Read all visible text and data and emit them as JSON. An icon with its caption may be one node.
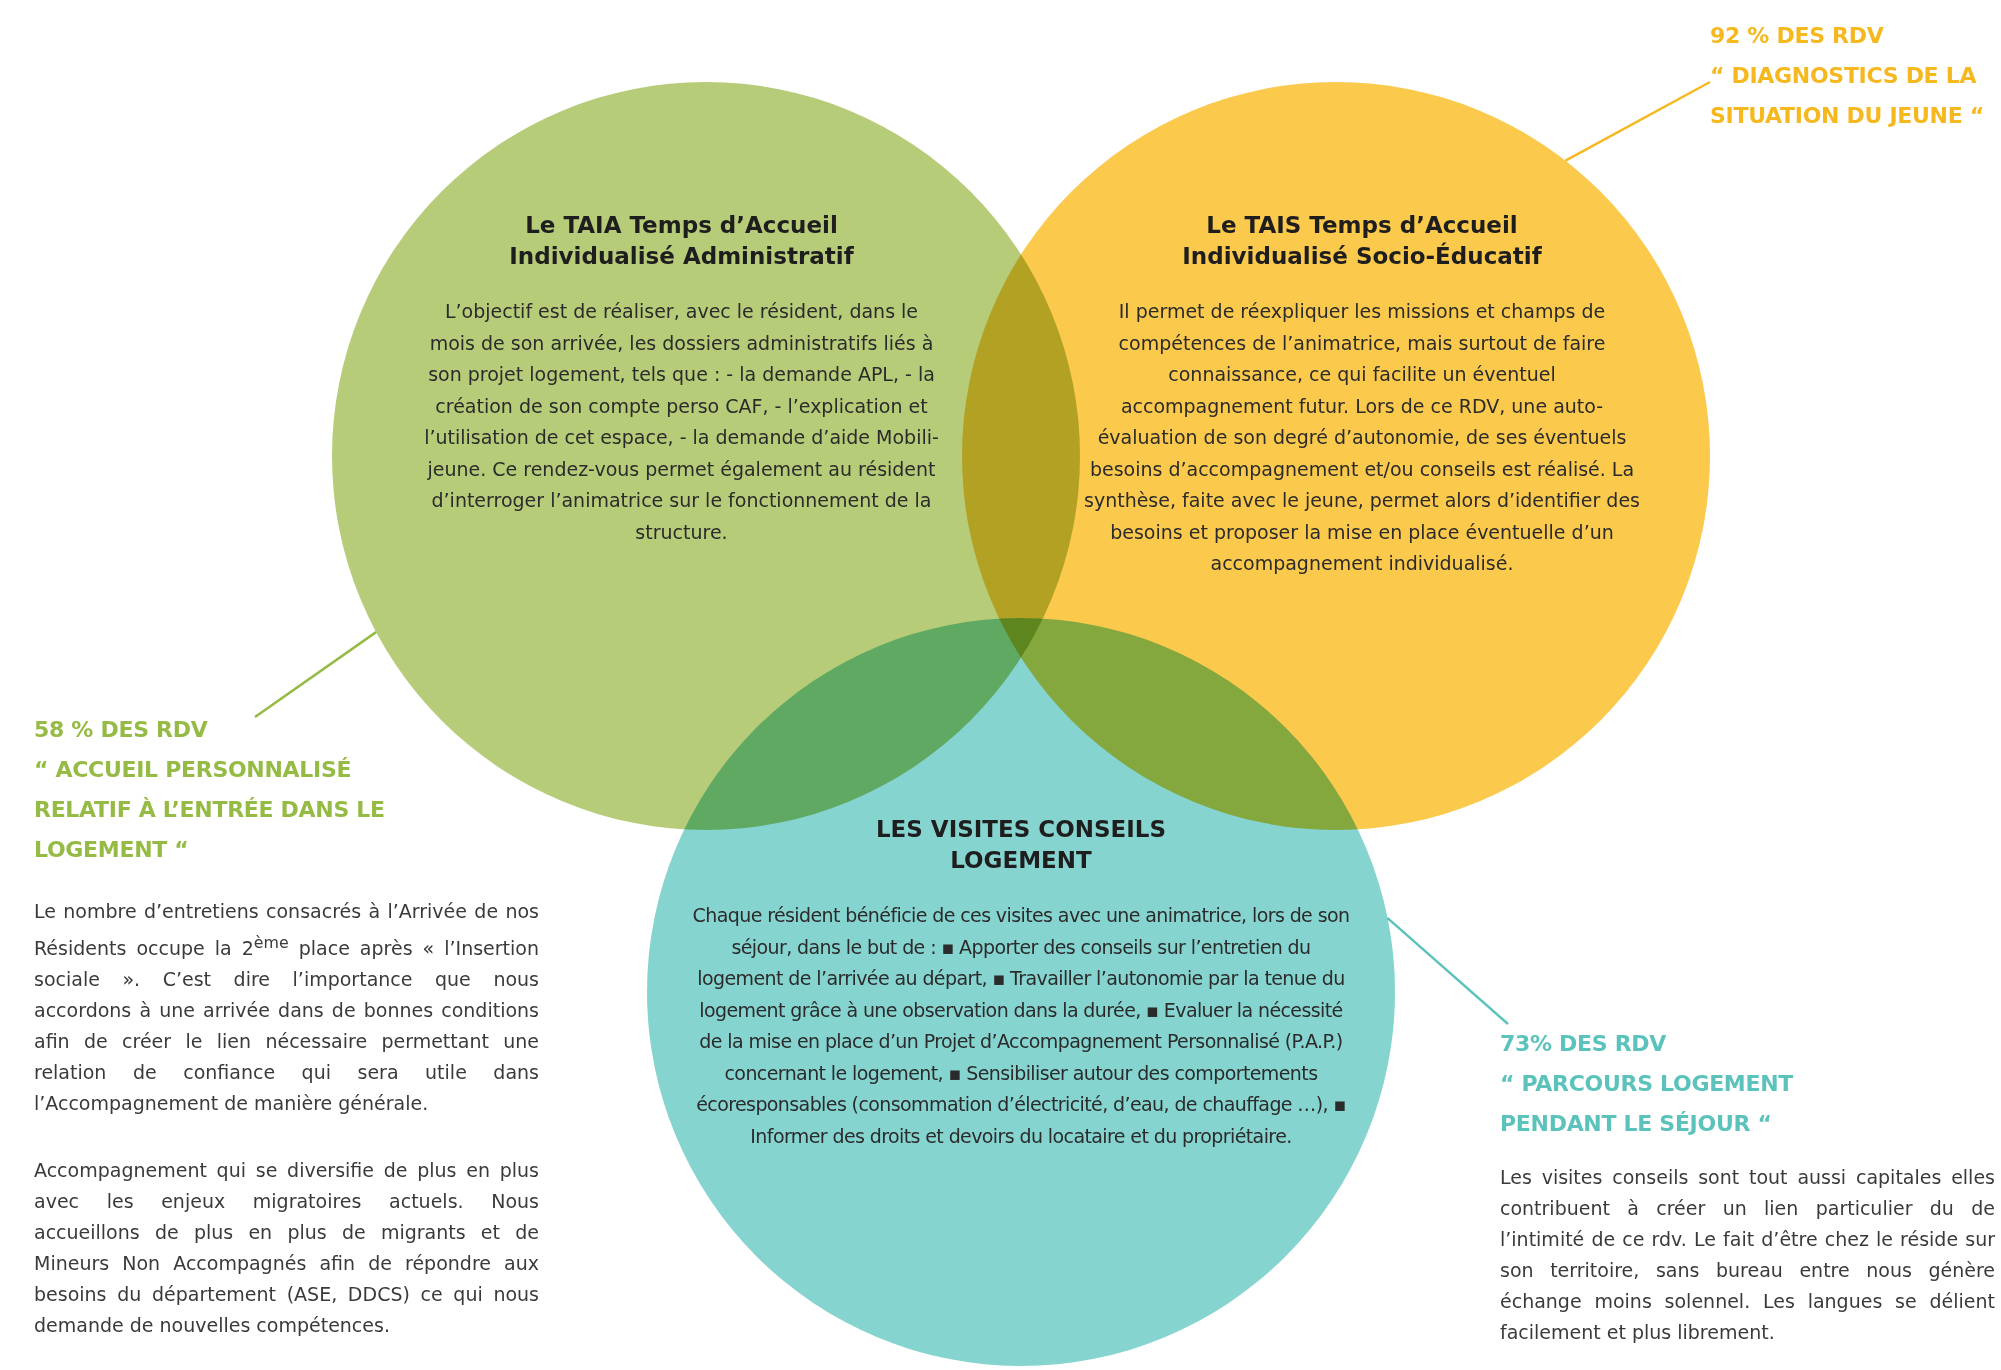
{
  "diagram": {
    "nodes": [
      {
        "text": [
          "Le TAIA Temps d’Accueil Individualisé Administratif",
          "L’objectif est de réaliser, avec le résident, dans le mois de son arrivée, les dossiers administratifs liés à son projet logement, tels que : - la demande APL, - la création de son compte perso CAF, - l’explication et l’utilisation de cet espace, - la demande d’aide Mobili-jeune. Ce rendez-vous permet également au résident d’interroger l’animatrice sur le fonctionnement de la structure."
        ]
      },
      {
        "text": [
          "Le TAIS Temps d’Accueil Individualisé Socio-Éducatif",
          "Il permet de réexpliquer les missions et champs de compétences de l’animatrice, mais surtout de faire connaissance, ce qui facilite un éventuel accompagnement futur. Lors de ce RDV, une auto-évaluation de son degré d’autonomie, de ses éventuels besoins d’accompagnement et/ou conseils est réalisé. La synthèse, faite avec le jeune, permet alors d’identifier des besoins et proposer la mise en place éventuelle d’un accompagnement individualisé."
        ]
      },
      {
        "text": [
          "LES VISITES CONSEILS LOGEMENT",
          "Chaque résident bénéficie de ces visites avec une animatrice, lors de son séjour, dans le but de : ▪ Apporter des conseils sur l’entretien du logement de l’arrivée au départ, ▪ Travailler l’autonomie par la tenue du logement grâce à une observation dans la durée, ▪ Evaluer la nécessité de la mise en place d’un Projet d’Accompagnement Personnalisé (P.A.P.) concernant le logement, ▪ Sensibiliser autour des comportements écoresponsables (consommation d’électricité, d’eau, de chauffage …), ▪ Informer des droits et devoirs du locataire et du propriétaire."
        ]
      },
      {
        "text": [
          "58 % DES RDV",
          "“ ACCUEIL PERSONNALISÉ RELATIF À L’ENTRÉE DANS LE LOGEMENT “"
        ]
      },
      {
        "text": [
          "92 % DES RDV",
          "“ DIAGNOSTICS DE LA SITUATION DU JEUNE “"
        ]
      },
      {
        "text": [
          "73% DES RDV",
          "“ PARCOURS LOGEMENT PENDANT LE SÉJOUR “"
        ]
      }
    ],
    "edges": [
      {
        "from": 3,
        "to": 0,
        "arrow": "none",
        "color": "#96bb45"
      },
      {
        "from": 4,
        "to": 1,
        "arrow": "none",
        "color": "#f6b81f"
      },
      {
        "from": 5,
        "to": 2,
        "arrow": "none",
        "color": "#5cc3bc"
      }
    ],
    "labels": [
      "Le nombre d’entretiens consacrés à l’Arrivée de nos Résidents occupe la 2$^{ème}$ place après « l’Insertion sociale ». C’est dire l’importance que nous accordons à une arrivée dans de bonnes conditions afin de créer le lien nécessaire permettant une relation de confiance qui sera utile dans l’Accompagnement de manière générale.",
      "Accompagnement qui se diversifie de plus en plus avec les enjeux migratoires actuels. Nous accueillons de plus en plus de migrants et de Mineurs Non Accompagnés afin de répondre aux besoins du département (ASE, DDCS) ce qui nous demande de nouvelles compétences.",
      "Les visites conseils sont tout aussi capitales elles contribuent à créer un lien particulier du de l’intimité de ce rdv. Le fait d’être chez le réside sur son territoire, sans bureau entre nous génère échange moins solennel. Les langues se délient facilement et plus librement."
    ]
  }
}
